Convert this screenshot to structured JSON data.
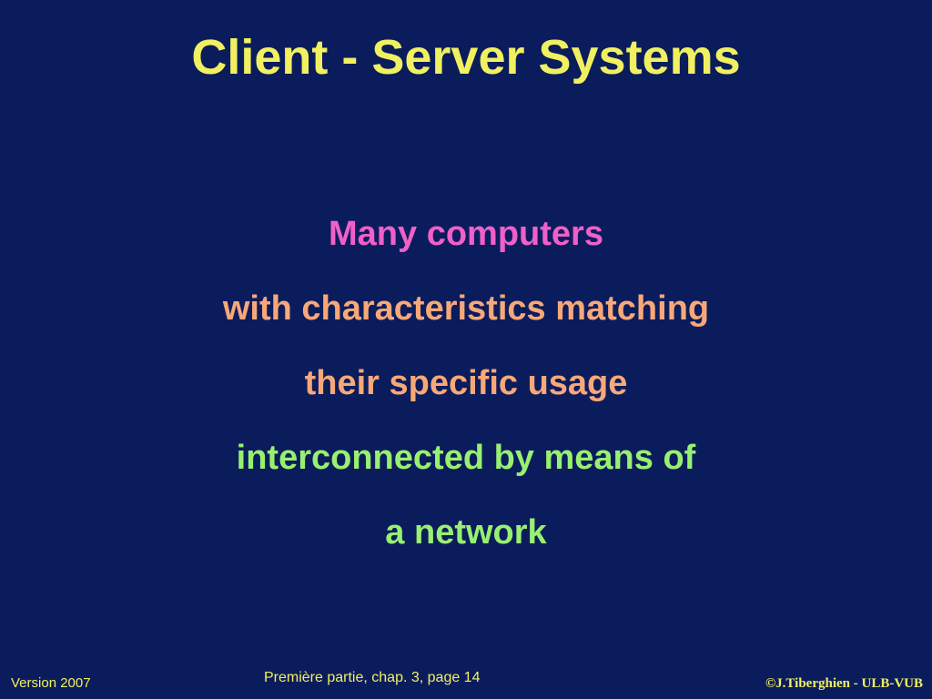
{
  "slide": {
    "title": "Client - Server Systems",
    "lines": [
      "Many computers",
      "with characteristics matching",
      " their specific usage",
      "interconnected by means of",
      "a network"
    ],
    "colors": {
      "background": "#0b1c5c",
      "title": "#f0f060",
      "line_pink": "#f060c8",
      "line_salmon": "#f8a878",
      "line_green": "#98f070",
      "footer": "#f0f060"
    }
  },
  "footer": {
    "version": "Version 2007",
    "page_label": "Première partie, chap. 3, page  14",
    "copyright": "©J.Tiberghien - ULB-VUB"
  }
}
